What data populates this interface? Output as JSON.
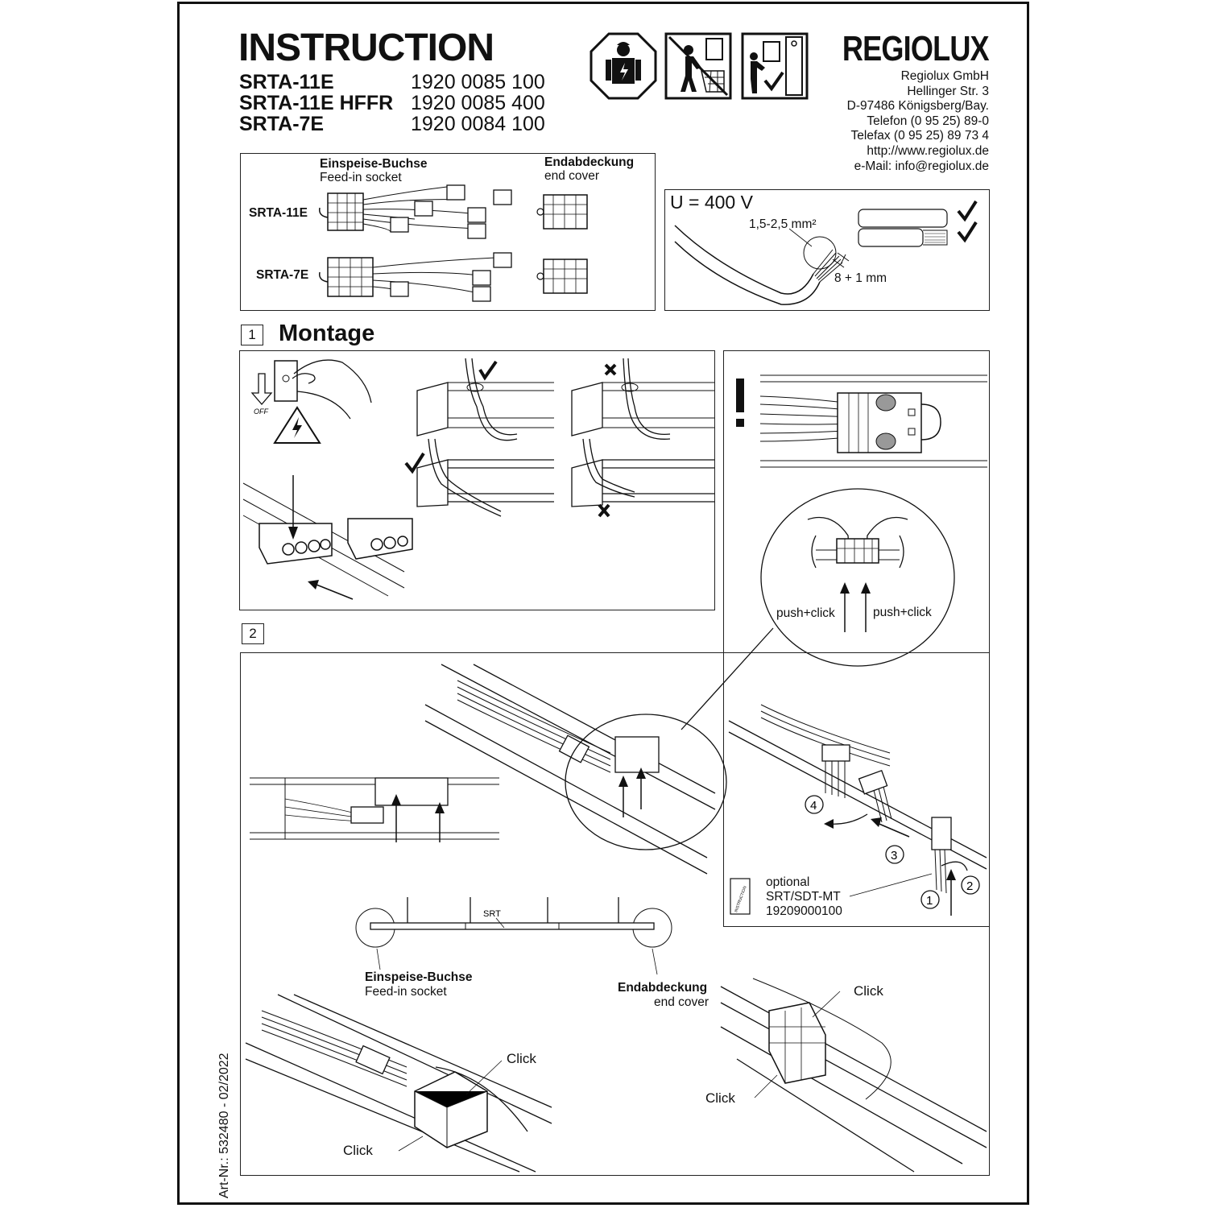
{
  "header": {
    "title": "INSTRUCTION",
    "models": [
      {
        "name": "SRTA-11E",
        "art_no": "1920 0085 100"
      },
      {
        "name": "SRTA-11E HFFR",
        "art_no": "1920 0085 400"
      },
      {
        "name": "SRTA-7E",
        "art_no": "1920 0084 100"
      }
    ],
    "brand": "REGIOLUX",
    "address": [
      "Regiolux GmbH",
      "Hellinger Str. 3",
      "D-97486 Königsberg/Bay.",
      "Telefon (0 95 25)  89-0",
      "Telefax (0 95 25)  89 73 4",
      "http://www.regiolux.de",
      "e-Mail: info@regiolux.de"
    ]
  },
  "components": {
    "feed_in_de": "Einspeise-Buchse",
    "feed_in_en": "Feed-in socket",
    "end_cover_de": "Endabdeckung",
    "end_cover_en": "end cover",
    "row1": "SRTA-11E",
    "row2": "SRTA-7E"
  },
  "wiring": {
    "voltage": "U = 400 V",
    "cross_section": "1,5-2,5 mm²",
    "strip_length": "8 + 1 mm"
  },
  "step1": {
    "number": "1",
    "title": "Montage",
    "off_label": "OFF"
  },
  "step2": {
    "number": "2",
    "push_left": "push+click",
    "push_right": "push+click",
    "srt_label": "SRT",
    "feed_in_de": "Einspeise-Buchse",
    "feed_in_en": "Feed-in socket",
    "end_cover_de": "Endabdeckung",
    "end_cover_en": "end cover",
    "click_1": "Click",
    "click_2": "Click",
    "click_3": "Click",
    "click_4": "Click",
    "optional_lines": [
      "optional",
      "SRT/SDT-MT",
      "19209000100"
    ],
    "seq": [
      "1",
      "2",
      "3",
      "4"
    ],
    "doc_label": "INSTRUCTION"
  },
  "footer": {
    "art_nr": "Art-Nr.: 532480 - 02/2022"
  }
}
